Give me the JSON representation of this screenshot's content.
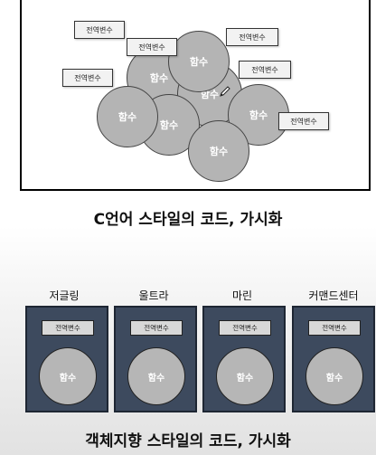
{
  "top_diagram": {
    "functions": [
      "함수",
      "함수",
      "함수",
      "함수",
      "함수",
      "함수",
      "함수"
    ],
    "globals": [
      "전역변수",
      "전역변수",
      "전역변수",
      "전역변수",
      "전역변수",
      "전역변수"
    ],
    "caption": "C언어 스타일의 코드, 가시화"
  },
  "bottom_diagram": {
    "objects": [
      {
        "title": "저글링",
        "var": "전역변수",
        "func": "함수"
      },
      {
        "title": "울트라",
        "var": "전역변수",
        "func": "함수"
      },
      {
        "title": "마린",
        "var": "전역변수",
        "func": "함수"
      },
      {
        "title": "커맨드센터",
        "var": "전역변수",
        "func": "함수"
      }
    ],
    "caption": "객체지향 스타일의 코드, 가시화"
  },
  "colors": {
    "bubble_fill": "#b4b4b4",
    "panel_fill": "#3d4a5e",
    "label_fill": "#f2f2f2"
  }
}
